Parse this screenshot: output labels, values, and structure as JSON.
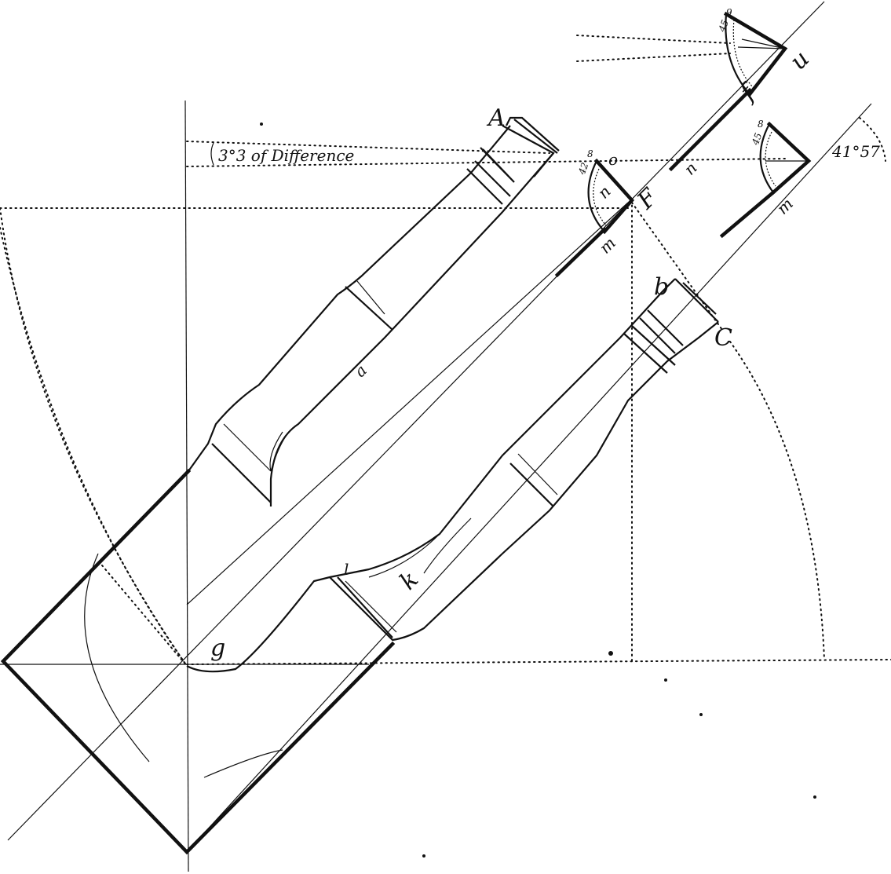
{
  "labels": {
    "A": "A",
    "u": "u",
    "f_top": "f",
    "o": "o",
    "F": "F",
    "n_left": "n",
    "n_mid": "n",
    "m_left": "m",
    "m_right": "m",
    "b": "b",
    "C": "C",
    "a": "a",
    "l": "l",
    "k": "k",
    "g": "g"
  },
  "annotations": {
    "difference": "3°3 of Difference",
    "angle": "41°57"
  },
  "scale_marks": {
    "top_a": "9",
    "top_b": "45",
    "mid_a": "8",
    "mid_b": "42",
    "right_a": "8",
    "right_b": "45"
  }
}
